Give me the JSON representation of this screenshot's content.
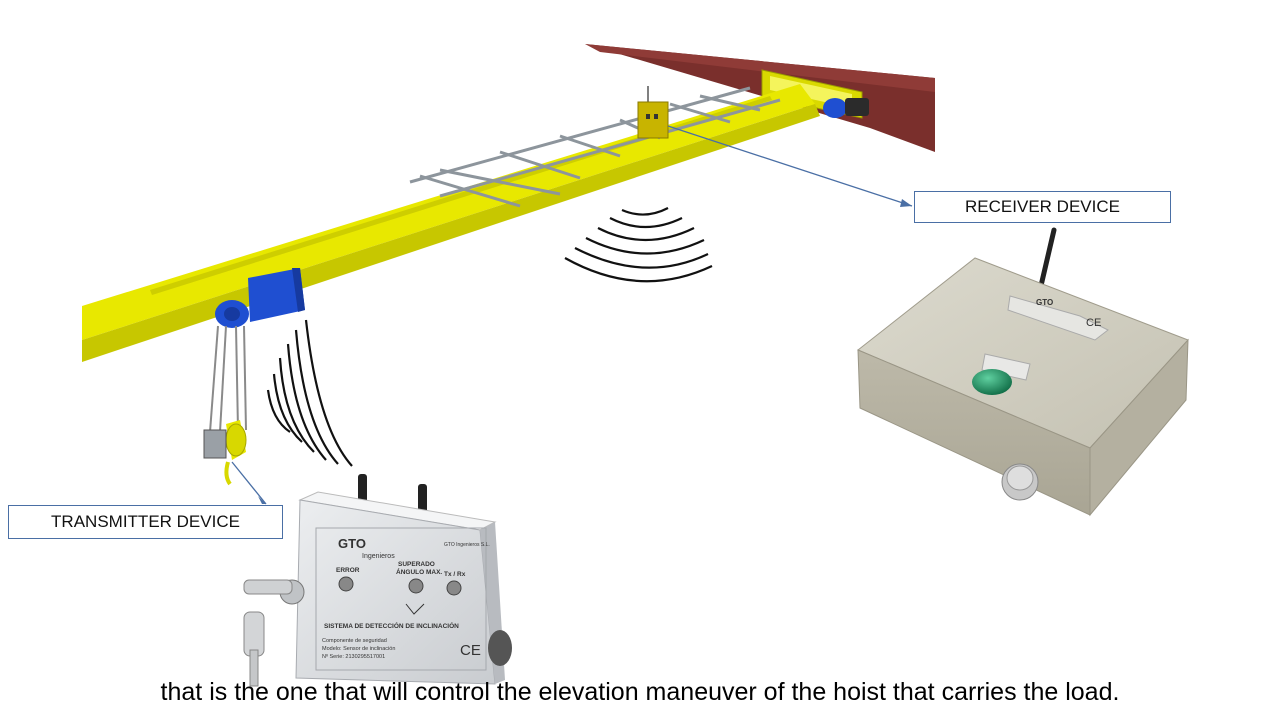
{
  "labels": {
    "receiver": "RECEIVER DEVICE",
    "transmitter": "TRANSMITTER DEVICE"
  },
  "caption": "that is the one that will control the elevation maneuver of the hoist that carries the load.",
  "transmitter_panel": {
    "brand": "GTO",
    "brand_sub": "Ingenieros",
    "company": "GTO Ingenieros S.L.",
    "indicator_error": "ERROR",
    "indicator_superado": "SUPERADO",
    "indicator_angulo": "ÁNGULO MAX.",
    "indicator_txrx": "Tx / Rx",
    "system_title": "SISTEMA DE DETECCIÓN DE INCLINACIÓN",
    "component": "Componente de seguridad",
    "model": "Modelo: Sensor de inclinación",
    "serial": "Nº Serie:     2130295517001",
    "ce": "CE"
  },
  "receiver_panel": {
    "brand": "GTO",
    "ce": "CE"
  },
  "colors": {
    "crane_yellow": "#e8e800",
    "rail_red": "#7a2f2c",
    "hoist_blue": "#1f4fd1",
    "callout_border": "#4a6fa5",
    "button_green": "#1f8a5a",
    "enclosure_beige": "#c9c6b8"
  }
}
